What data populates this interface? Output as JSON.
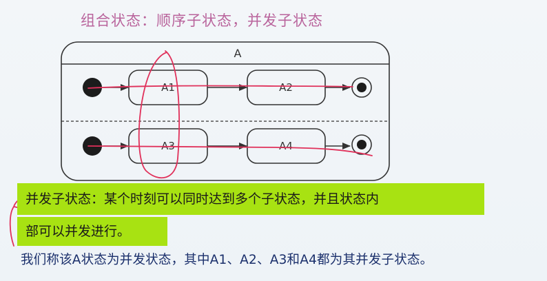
{
  "title": "组合状态：顺序子状态，并发子状态",
  "diagram": {
    "composite_state": "A",
    "substates": {
      "a1": "A1",
      "a2": "A2",
      "a3": "A3",
      "a4": "A4"
    }
  },
  "notes": {
    "concurrent_term": "并发子状态：",
    "concurrent_def_line1": "某个时刻可以同时达到多个子状态，并且状态内",
    "concurrent_def_line2": "部可以并发进行。",
    "summary": "我们称该A状态为并发状态，其中A1、A2、A3和A4都为其并发子状态。"
  },
  "colors": {
    "title": "#b9649c",
    "highlight": "#a8e212",
    "annotation": "#e0305a",
    "summary_text": "#1a2f6b"
  }
}
